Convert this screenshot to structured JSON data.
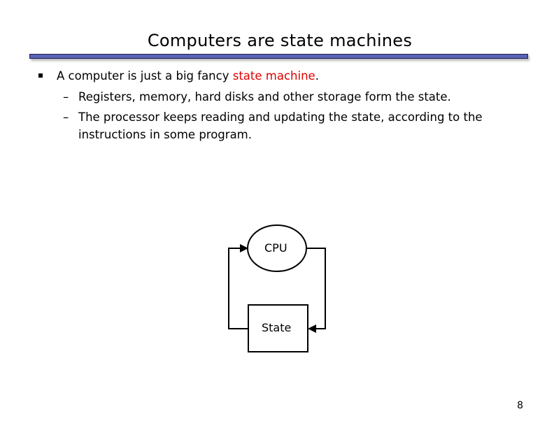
{
  "slide": {
    "title": "Computers are state machines",
    "bullet": {
      "text_before": "A computer is just a big fancy ",
      "highlight": "state machine",
      "text_after": "."
    },
    "sub_bullets": [
      "Registers, memory, hard disks and other storage form the state.",
      "The processor keeps reading and updating the state, according to the instructions in some program."
    ],
    "dash": "–",
    "diagram": {
      "cpu_label": "CPU",
      "state_label": "State"
    },
    "page_number": "8",
    "colors": {
      "highlight": "#e00000",
      "rule": "#5a64b4"
    }
  }
}
